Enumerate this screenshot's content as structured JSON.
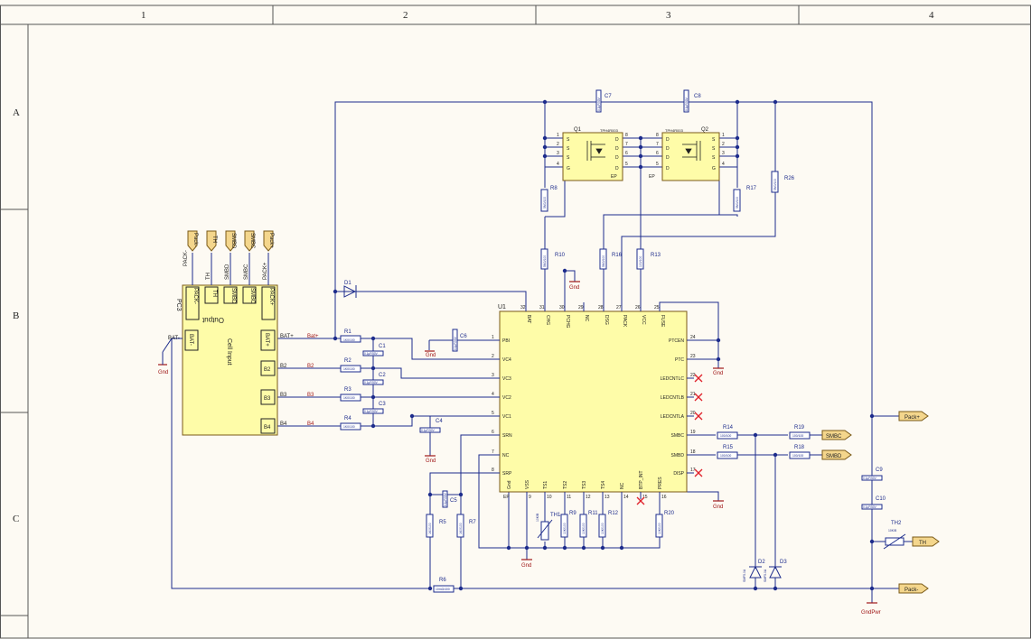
{
  "frame": {
    "columns": [
      "1",
      "2",
      "3",
      "4"
    ],
    "rows": [
      "A",
      "B",
      "C"
    ]
  },
  "colors": {
    "background": "#fdfaf3",
    "wire": "#1d2c8c",
    "chip_fill": "#fefca8",
    "power_red": "#a01818",
    "no_connect": "#e0202a"
  },
  "u1": {
    "designator": "U1",
    "top_pins": [
      {
        "num": "32",
        "name": "BAT"
      },
      {
        "num": "31",
        "name": "CHG"
      },
      {
        "num": "30",
        "name": "PCHG"
      },
      {
        "num": "29",
        "name": "NC"
      },
      {
        "num": "28",
        "name": "DSG"
      },
      {
        "num": "27",
        "name": "PACK"
      },
      {
        "num": "26",
        "name": "VCC"
      },
      {
        "num": "25",
        "name": "FUSE"
      }
    ],
    "left_pins": [
      {
        "num": "1",
        "name": "PBI"
      },
      {
        "num": "2",
        "name": "VC4"
      },
      {
        "num": "3",
        "name": "VC3"
      },
      {
        "num": "4",
        "name": "VC2"
      },
      {
        "num": "5",
        "name": "VC1"
      },
      {
        "num": "6",
        "name": "SRN"
      },
      {
        "num": "7",
        "name": "NC"
      },
      {
        "num": "8",
        "name": "SRP"
      }
    ],
    "right_pins": [
      {
        "num": "24",
        "name": "PTCEN"
      },
      {
        "num": "23",
        "name": "PTC"
      },
      {
        "num": "22",
        "name": "LEDCNTLC"
      },
      {
        "num": "21",
        "name": "LEDCNTLB"
      },
      {
        "num": "20",
        "name": "LEDCNTLA"
      },
      {
        "num": "19",
        "name": "SMBC"
      },
      {
        "num": "18",
        "name": "SMBD"
      },
      {
        "num": "17",
        "name": "DISP"
      }
    ],
    "bottom_pins": [
      {
        "num": "9",
        "name": "VSS"
      },
      {
        "num": "10",
        "name": "TS1"
      },
      {
        "num": "11",
        "name": "TS2"
      },
      {
        "num": "12",
        "name": "TS3"
      },
      {
        "num": "13",
        "name": "TS4"
      },
      {
        "num": "14",
        "name": "NC"
      },
      {
        "num": "15",
        "name": "BTP_INT"
      },
      {
        "num": "16",
        "name": "PRES"
      }
    ],
    "gnd_label": "Gnd",
    "ep_label": "EP"
  },
  "connector": {
    "designator": "PC3",
    "title": "Output",
    "body_label": "Cell Input",
    "top_pins": [
      "PACK-",
      "TH",
      "SMBD",
      "SMBC",
      "PACK+"
    ],
    "bat_minus": "BAT-",
    "right_pins": [
      "BAT+",
      "B2",
      "B3",
      "B4"
    ],
    "bat_net": "BAT-"
  },
  "ports_top": [
    "Pack-",
    "TH",
    "SMBD",
    "SMBC",
    "Pack+"
  ],
  "ports_right": [
    {
      "id": "pack-plus",
      "label": "Pack+"
    },
    {
      "id": "smbc",
      "label": "SMBC"
    },
    {
      "id": "smbd",
      "label": "SMBD"
    },
    {
      "id": "th",
      "label": "TH"
    },
    {
      "id": "pack-minus",
      "label": "Pack-"
    }
  ],
  "nets": {
    "bat_plus": "Bat+",
    "b2": "B2",
    "b3": "B3",
    "b4": "B4"
  },
  "resistors": [
    {
      "id": "R1",
      "value": "1K0/100"
    },
    {
      "id": "R2",
      "value": "1K0/100"
    },
    {
      "id": "R3",
      "value": "1K0/100"
    },
    {
      "id": "R4",
      "value": "1K0/100"
    },
    {
      "id": "R5",
      "value": "1K0/100"
    },
    {
      "id": "R6",
      "value": "10mΩ/400"
    },
    {
      "id": "R7",
      "value": "1K0/100"
    },
    {
      "id": "R8",
      "value": "5M0/100"
    },
    {
      "id": "R9",
      "value": "10K/100"
    },
    {
      "id": "R10",
      "value": "5M0/100"
    },
    {
      "id": "R11",
      "value": "10K/100"
    },
    {
      "id": "R12",
      "value": "10K/100"
    },
    {
      "id": "R13",
      "value": "100/100"
    },
    {
      "id": "R14",
      "value": "100/100"
    },
    {
      "id": "R15",
      "value": "100/100"
    },
    {
      "id": "R16",
      "value": "5M0/100"
    },
    {
      "id": "R17",
      "value": "5M0/100"
    },
    {
      "id": "R18",
      "value": "100/100"
    },
    {
      "id": "R19",
      "value": "100/100"
    },
    {
      "id": "R20",
      "value": "10K/100"
    },
    {
      "id": "R26",
      "value": "5M0/100"
    }
  ],
  "capacitors": {
    "C1": "C1",
    "C2": "C2",
    "C3": "C3",
    "C4": "C4",
    "C5": "C5",
    "C6": "C6",
    "C7": "C7",
    "C8": "C8",
    "C9": "C9",
    "C10": "C10"
  },
  "cap_value": "0.1µF/50V",
  "mosfets": {
    "q1": {
      "designator": "Q1",
      "part": "TPH4R003",
      "left_pins": [
        "1",
        "2",
        "3",
        "4"
      ],
      "left_names": [
        "S",
        "S",
        "S",
        "G"
      ],
      "right_pins": [
        "8",
        "7",
        "6",
        "5"
      ],
      "right_names": [
        "D",
        "D",
        "D",
        "D"
      ]
    },
    "q2": {
      "designator": "Q2",
      "part": "TPH4R003",
      "right_pins": [
        "1",
        "2",
        "3",
        "4"
      ],
      "right_names": [
        "S",
        "S",
        "S",
        "G"
      ],
      "left_pins": [
        "8",
        "7",
        "6",
        "5"
      ],
      "left_names": [
        "D",
        "D",
        "D",
        "D"
      ]
    },
    "ep": "EP"
  },
  "others": {
    "d1": "D1",
    "d2": "D2",
    "d3": "D3",
    "th1": "TH1",
    "th1_value": "10K/B",
    "th2": "TH2",
    "th2_value": "10K/B",
    "tvs_value": "SMF5.0A",
    "gnd": "Gnd",
    "gnd_pwr": "GndPwr"
  }
}
